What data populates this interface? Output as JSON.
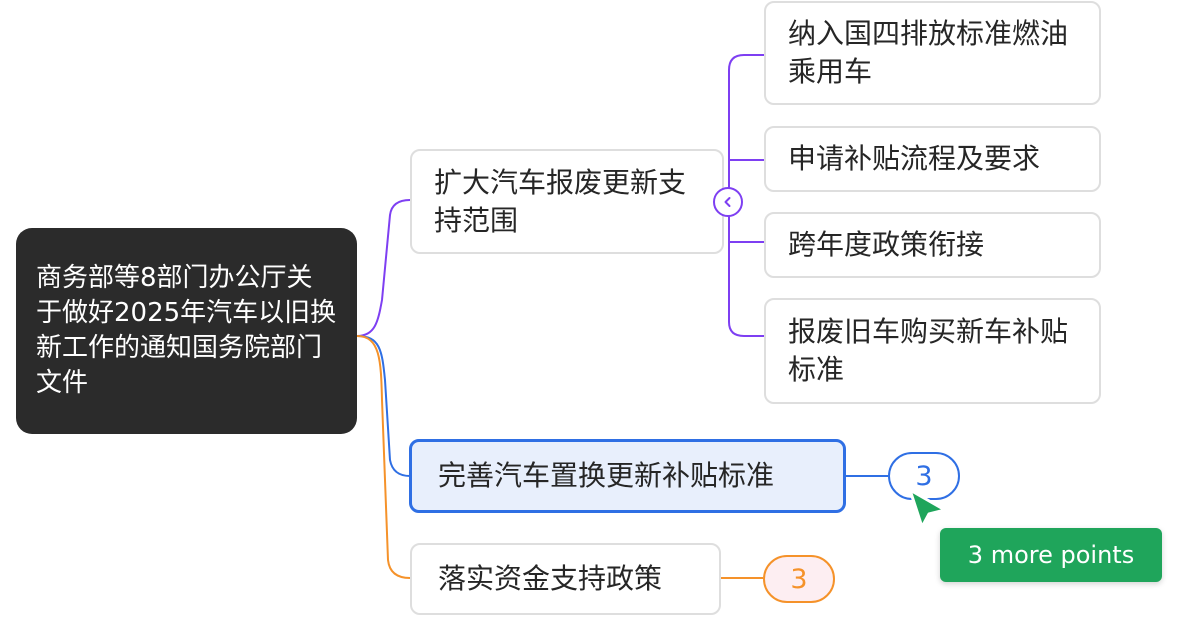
{
  "root": {
    "label": "商务部等8部门办公厅关于做好2025年汽车以旧换新工作的通知国务院部门文件"
  },
  "branches": [
    {
      "label": "扩大汽车报废更新支持范围",
      "color": "#7e3ff2",
      "children": [
        "纳入国四排放标准燃油乘用车",
        "申请补贴流程及要求",
        "跨年度政策衔接",
        "报废旧车购买新车补贴标准"
      ]
    },
    {
      "label": "完善汽车置换更新补贴标准",
      "color": "#2f6fe4",
      "selected": true,
      "collapsed_count": "3"
    },
    {
      "label": "落实资金支持政策",
      "color": "#f5922a",
      "collapsed_count": "3"
    }
  ],
  "tooltip": {
    "text": "3 more points"
  },
  "icons": {
    "collapse": "chevron-left-icon",
    "cursor": "pointer-cursor-icon"
  },
  "colors": {
    "cursor_green": "#1fa55b",
    "badge_orange_fill": "#fdeef2"
  }
}
